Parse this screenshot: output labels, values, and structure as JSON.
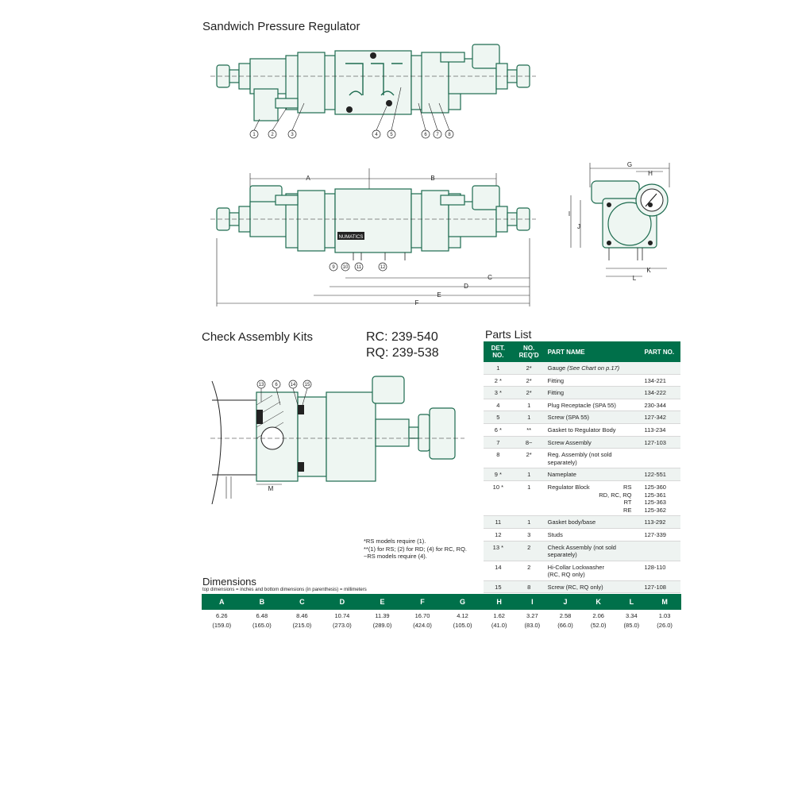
{
  "titles": {
    "sandwich": "Sandwich Pressure Regulator",
    "check_kits": "Check Assembly Kits",
    "parts_list": "Parts List",
    "dimensions": "Dimensions",
    "dimensions_subtitle": "top dimensions = inches and bottom dimensions (in parenthesis) = millimeters"
  },
  "kits": {
    "rc": "RC: 239-540",
    "rq": "RQ: 239-538"
  },
  "drawing_labels": {
    "top_callouts": [
      "1",
      "2",
      "3",
      "4",
      "5",
      "6",
      "7",
      "8"
    ],
    "middle_callouts": [
      "9",
      "10",
      "11",
      "12"
    ],
    "check_callouts": [
      "13",
      "6",
      "14",
      "15"
    ],
    "dims": [
      "A",
      "B",
      "C",
      "D",
      "E",
      "F"
    ],
    "side_dims": [
      "G",
      "H",
      "I",
      "J",
      "K",
      "L"
    ],
    "check_dim": "M",
    "nameplate": "NUMATICS"
  },
  "parts": {
    "headers": [
      "DET. NO.",
      "NO. REQ'D",
      "PART NAME",
      "PART NO."
    ],
    "rows": [
      {
        "det": "1",
        "req": "2*",
        "name": "Gauge",
        "note": "(See Chart on p.17)",
        "part": ""
      },
      {
        "det": "2 *",
        "req": "2*",
        "name": "Fitting",
        "note": "",
        "part": "134-221"
      },
      {
        "det": "3 *",
        "req": "2*",
        "name": "Fitting",
        "note": "",
        "part": "134-222"
      },
      {
        "det": "4",
        "req": "1",
        "name": "Plug Receptacle (SPA 55)",
        "note": "",
        "part": "230-344"
      },
      {
        "det": "5",
        "req": "1",
        "name": "Screw (SPA 55)",
        "note": "",
        "part": "127-342"
      },
      {
        "det": "6 *",
        "req": "**",
        "name": "Gasket to Regulator Body",
        "note": "",
        "part": "113-234"
      },
      {
        "det": "7",
        "req": "8~",
        "name": "Screw Assembly",
        "note": "",
        "part": "127-103"
      },
      {
        "det": "8",
        "req": "2*",
        "name": "Reg. Assembly (not sold separately)",
        "note": "",
        "part": ""
      },
      {
        "det": "9 *",
        "req": "1",
        "name": "Nameplate",
        "note": "",
        "part": "122-551"
      },
      {
        "det": "10 *",
        "req": "1",
        "name": "Regulator Block",
        "note": "",
        "part": ""
      },
      {
        "det": "11",
        "req": "1",
        "name": "Gasket body/base",
        "note": "",
        "part": "113-292"
      },
      {
        "det": "12",
        "req": "3",
        "name": "Studs",
        "note": "",
        "part": "127-339"
      },
      {
        "det": "13 *",
        "req": "2",
        "name": "Check Assembly (not sold separately)",
        "note": "",
        "part": ""
      },
      {
        "det": "14",
        "req": "2",
        "name": "Hi-Collar Lockwasher",
        "note": "(RC, RQ only)",
        "part": "128-110"
      },
      {
        "det": "15",
        "req": "8",
        "name": "Screw (RC, RQ only)",
        "note": "",
        "part": "127-108"
      }
    ],
    "regulator_variants": [
      {
        "model": "RS",
        "part": "125-360"
      },
      {
        "model": "RD, RC, RQ",
        "part": "125-361"
      },
      {
        "model": "RT",
        "part": "125-363"
      },
      {
        "model": "RE",
        "part": "125-362"
      }
    ]
  },
  "notes": [
    "*RS models require (1).",
    "**(1) for RS; (2) for RD; (4) for RC, RQ.",
    "~RS models require (4)."
  ],
  "dimensions": {
    "headers": [
      "A",
      "B",
      "C",
      "D",
      "E",
      "F",
      "G",
      "H",
      "I",
      "J",
      "K",
      "L",
      "M"
    ],
    "inches": [
      "6.26",
      "6.48",
      "8.46",
      "10.74",
      "11.39",
      "16.70",
      "4.12",
      "1.62",
      "3.27",
      "2.58",
      "2.06",
      "3.34",
      "1.03"
    ],
    "mm": [
      "(159.0)",
      "(165.0)",
      "(215.0)",
      "(273.0)",
      "(289.0)",
      "(424.0)",
      "(105.0)",
      "(41.0)",
      "(83.0)",
      "(66.0)",
      "(52.0)",
      "(85.0)",
      "(26.0)"
    ]
  },
  "colors": {
    "accent_green": "#00704a",
    "line_green": "#1d6b4f",
    "body_fill": "#eef6f2"
  }
}
